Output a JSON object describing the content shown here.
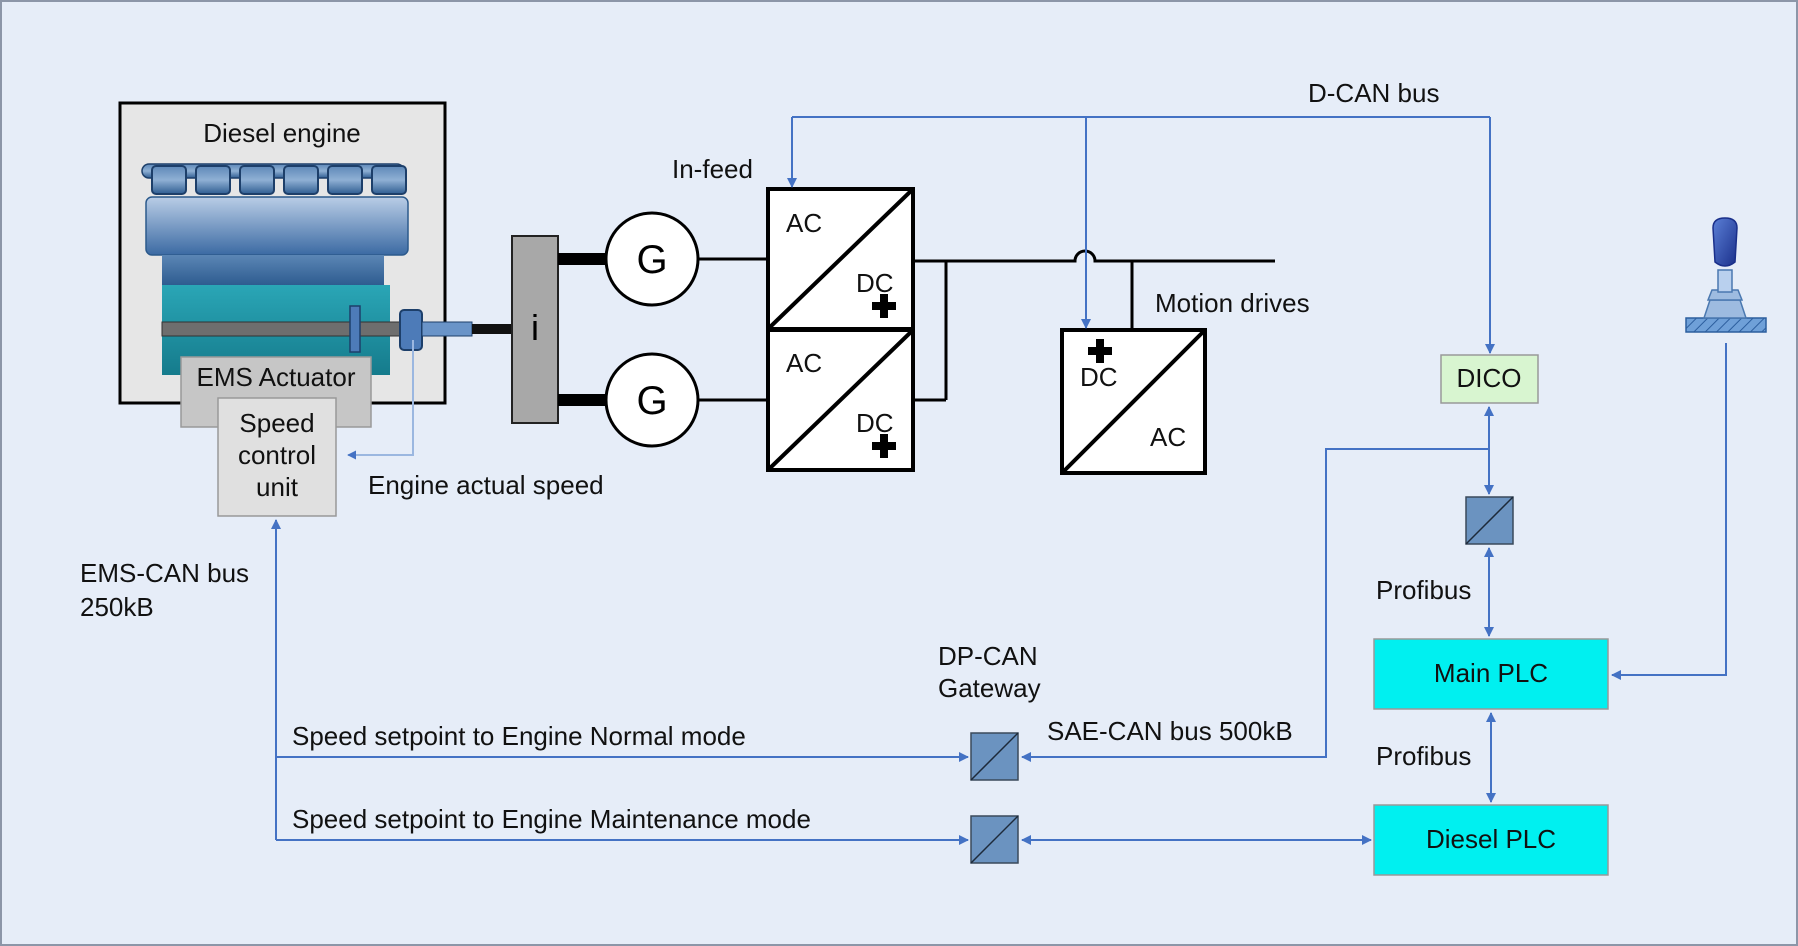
{
  "colors": {
    "background": "#e6edf8",
    "signal_line": "#4472c4",
    "plc_fill": "#00f0f0",
    "dico_fill": "#d8f5d0",
    "gateway_fill": "#6b93c0",
    "engine_box_fill": "#e6e6e6"
  },
  "engine": {
    "title": "Diesel engine",
    "actuator": "EMS Actuator",
    "speed_control_line1": "Speed",
    "speed_control_line2": "control",
    "speed_control_line3": "unit"
  },
  "gearbox_label": "i",
  "generators": [
    "G",
    "G"
  ],
  "infeed": {
    "title": "In-feed",
    "converters": [
      {
        "ac": "AC",
        "dc": "DC"
      },
      {
        "ac": "AC",
        "dc": "DC"
      }
    ]
  },
  "motion_drive": {
    "title": "Motion drives",
    "dc": "DC",
    "ac": "AC"
  },
  "buses": {
    "d_can": "D-CAN bus",
    "ems_can_line1": "EMS-CAN bus",
    "ems_can_line2": "250kB",
    "sae_can": "SAE-CAN bus 500kB",
    "profibus_upper": "Profibus",
    "profibus_lower": "Profibus"
  },
  "labels": {
    "engine_actual_speed": "Engine actual speed",
    "setpoint_normal": "Speed setpoint to Engine Normal mode",
    "setpoint_maintenance": "Speed setpoint to Engine Maintenance mode",
    "gateway_line1": "DP-CAN",
    "gateway_line2": "Gateway"
  },
  "nodes": {
    "dico": "DICO",
    "main_plc": "Main PLC",
    "diesel_plc": "Diesel PLC"
  },
  "icons": [
    "joystick-icon",
    "diesel-engine-icon",
    "plus-terminal-icon",
    "converter-icon"
  ]
}
